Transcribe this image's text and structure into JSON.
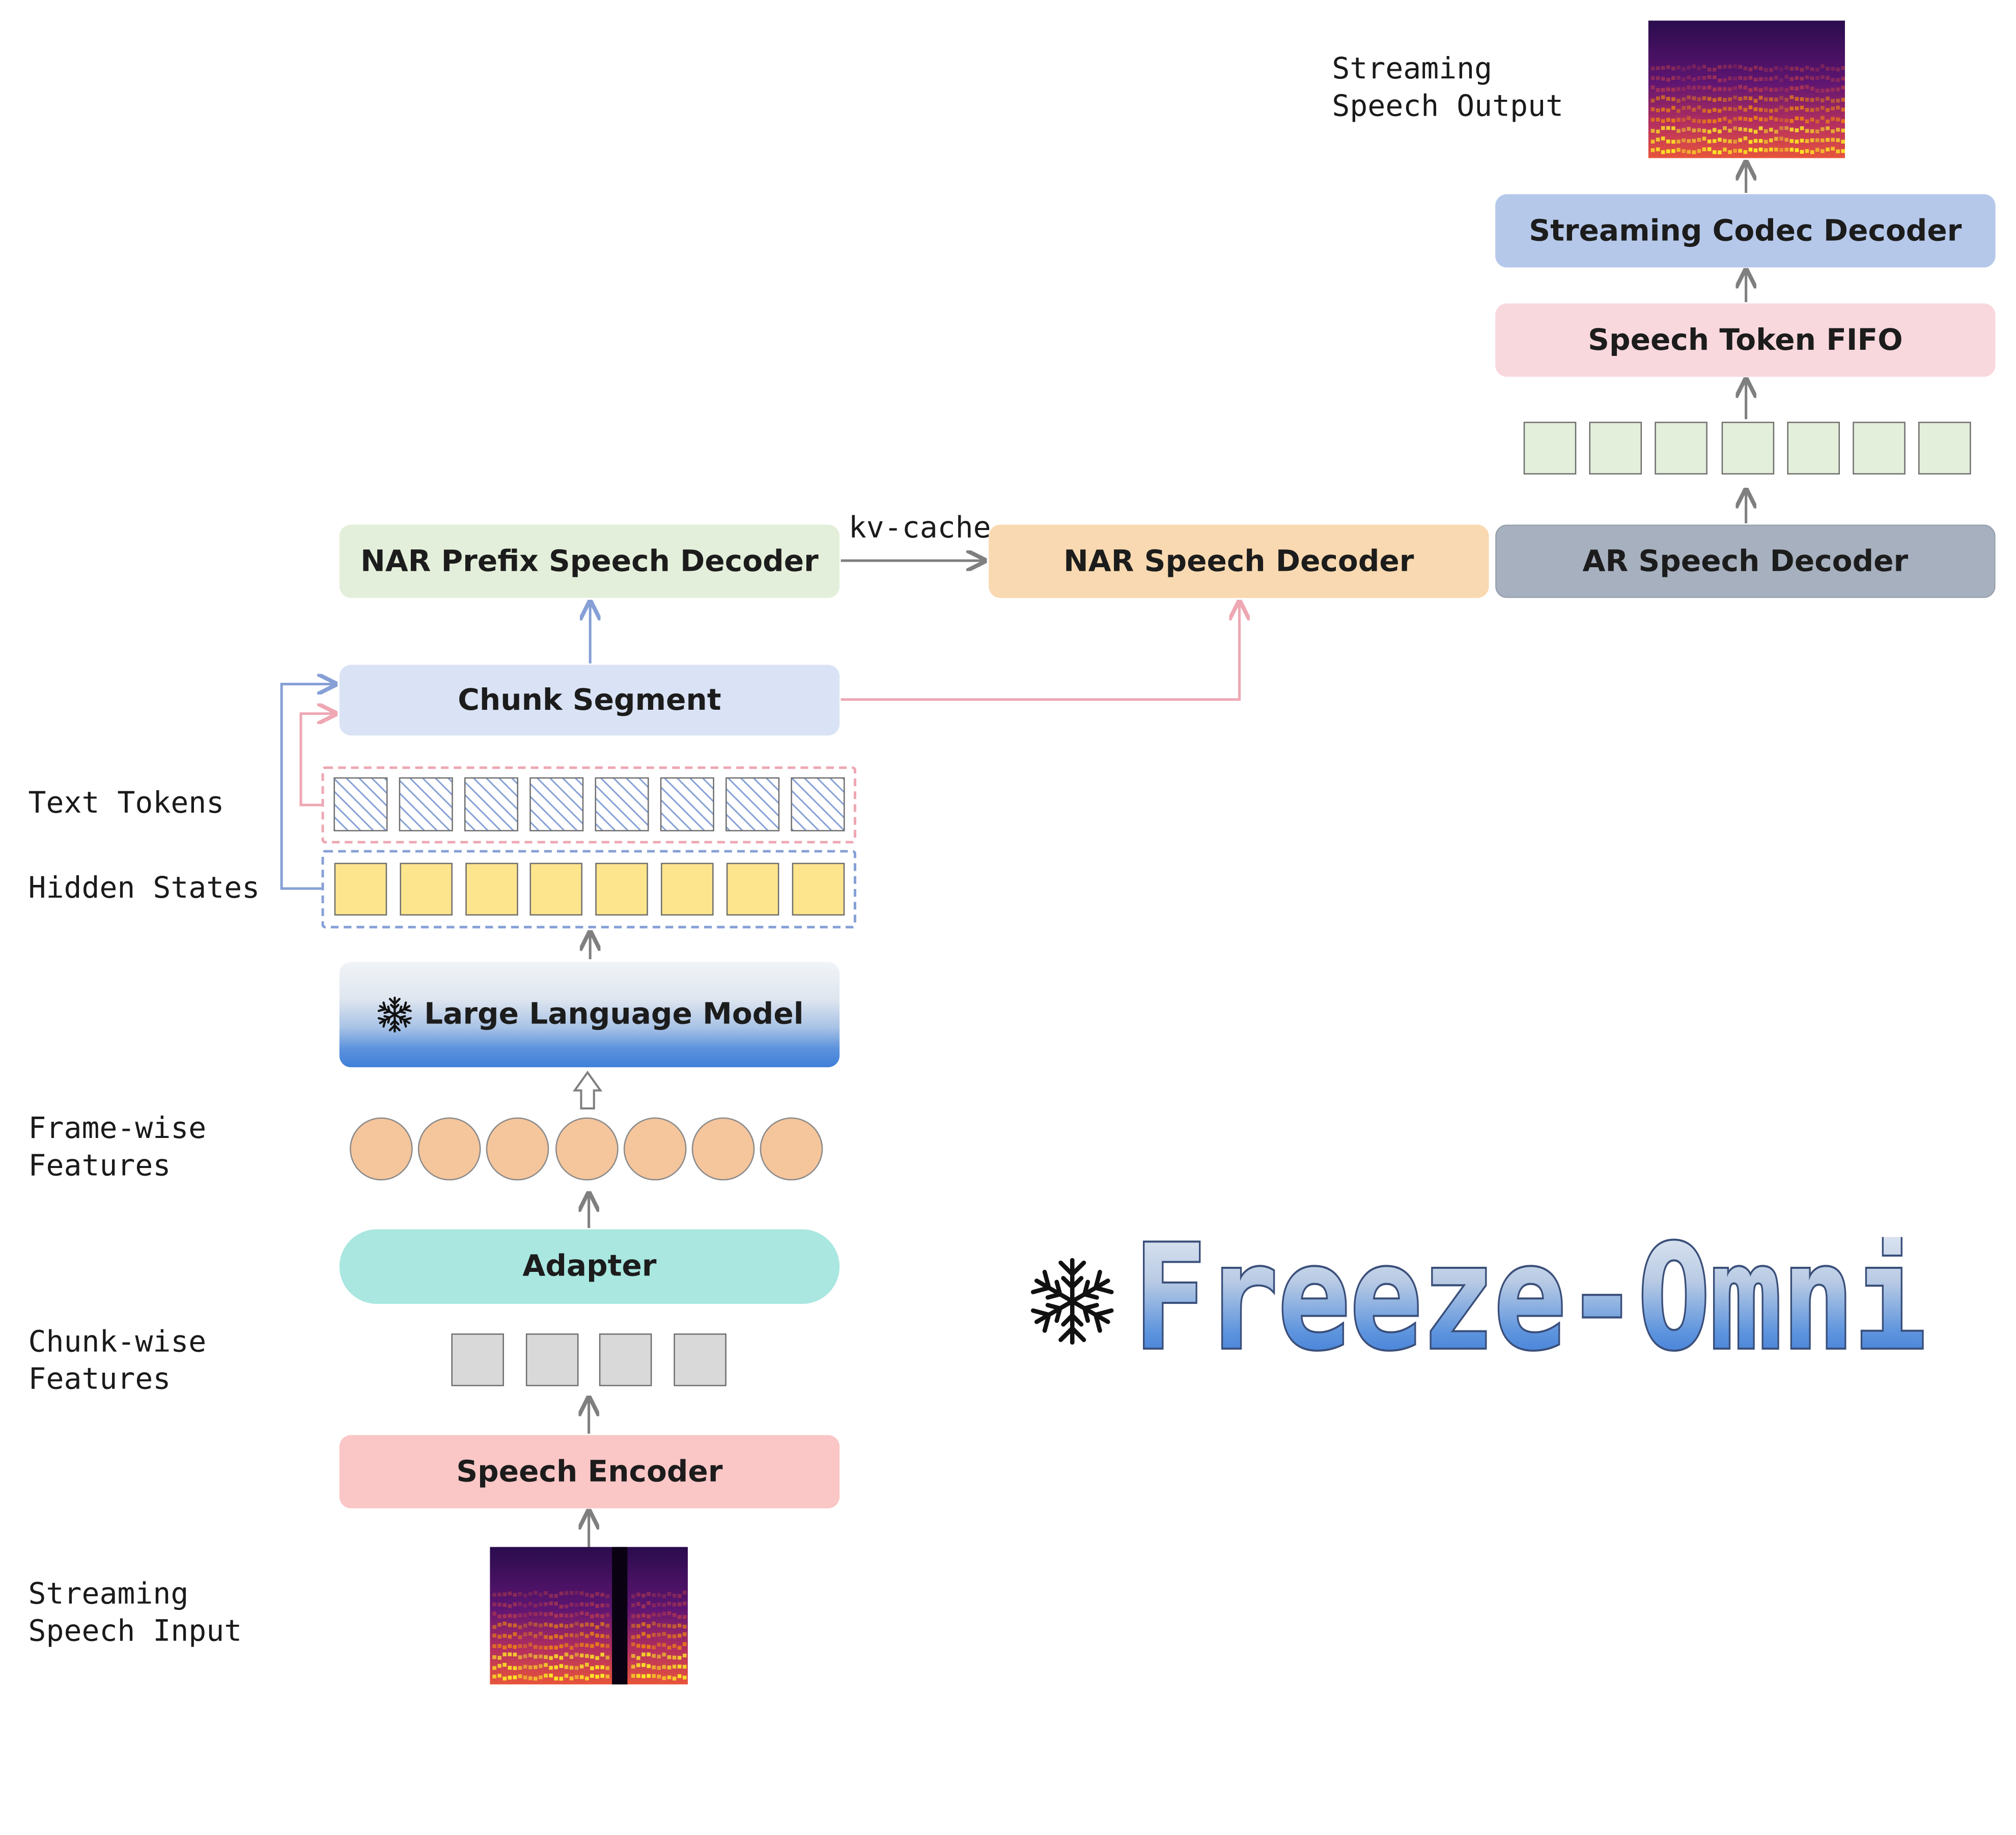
{
  "colors": {
    "arrow_gray": "#7f7f7f",
    "arrow_blue": "#86a0d6",
    "arrow_pink": "#eea7b3",
    "nar_prefix": "#e3efda",
    "nar": "#f9d9b1",
    "ar": "#a7b0be",
    "codec": "#b6c8ea",
    "fifo": "#f8d8dd",
    "chunk_segment": "#dae3f5",
    "adapter": "#a9e7e0",
    "encoder": "#fac6c6",
    "hidden_state": "#fde58d",
    "speech_token": "#e3efda",
    "frame_feature": "#f5c59c",
    "chunk_feature": "#d9d9d9"
  },
  "labels": {
    "streaming_output": [
      "Streaming",
      "Speech Output"
    ],
    "text_tokens": "Text Tokens",
    "hidden_states": "Hidden States",
    "frame_features": [
      "Frame-wise",
      "Features"
    ],
    "chunk_features": [
      "Chunk-wise",
      "Features"
    ],
    "streaming_input": [
      "Streaming",
      "Speech Input"
    ],
    "kv_cache": "kv-cache"
  },
  "blocks": {
    "streaming_codec_decoder": "Streaming Codec Decoder",
    "speech_token_fifo": "Speech Token FIFO",
    "ar_speech_decoder": "AR Speech Decoder",
    "nar_speech_decoder": "NAR Speech Decoder",
    "nar_prefix_speech_decoder": "NAR Prefix Speech Decoder",
    "chunk_segment": "Chunk Segment",
    "large_language_model": "Large Language Model",
    "adapter": "Adapter",
    "speech_encoder": "Speech Encoder"
  },
  "counts": {
    "speech_tokens": 7,
    "text_tokens": 8,
    "hidden_states": 8,
    "frame_features": 7,
    "chunk_features": 4
  },
  "icons": {
    "llm": "snowflake-icon",
    "logo": "snowflake-icon"
  },
  "logo": {
    "text": "Freeze-Omni"
  }
}
